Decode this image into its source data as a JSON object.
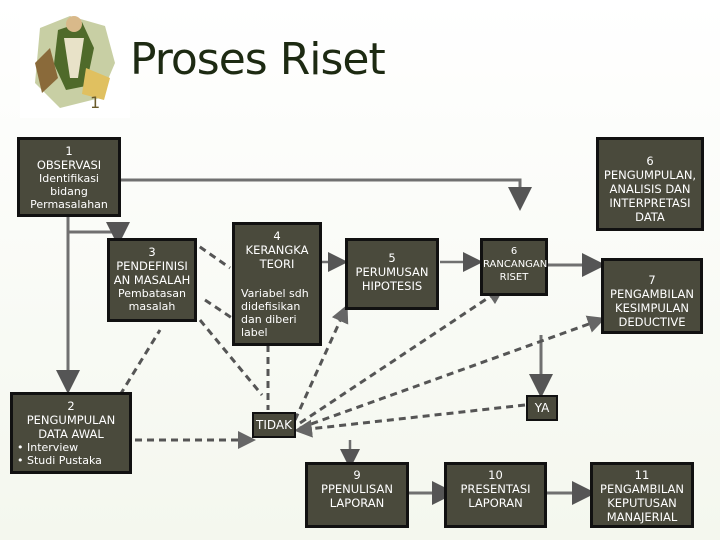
{
  "title": "Proses Riset",
  "boxes": {
    "b1": {
      "num": "1",
      "head": "OBSERVASI",
      "sub": "Identifikasi bidang Permasalahan"
    },
    "b2": {
      "num": "2",
      "head": "PENGUMPULAN DATA AWAL",
      "items": [
        "• Interview",
        "• Studi Pustaka"
      ]
    },
    "b3": {
      "num": "3",
      "head": "PENDEFINISI AN MASALAH",
      "sub": "Pembatasan masalah"
    },
    "b4": {
      "num": "4",
      "head": "KERANGKA TEORI",
      "sub": "Variabel sdh didefisikan dan diberi label"
    },
    "b5": {
      "num": "5",
      "head": "PERUMUSAN HIPOTESIS"
    },
    "b6a": {
      "num": "6",
      "head": "RANCANGAN RISET"
    },
    "b6b": {
      "num": "6",
      "head": "PENGUMPULAN, ANALISIS DAN INTERPRETASI DATA"
    },
    "b7": {
      "num": "7",
      "head": "PENGAMBILAN KESIMPULAN DEDUCTIVE"
    },
    "b9": {
      "num": "9",
      "head": "PPENULISAN LAPORAN"
    },
    "b10": {
      "num": "10",
      "head": "PRESENTASI LAPORAN"
    },
    "b11": {
      "num": "11",
      "head": "PENGAMBILAN KEPUTUSAN MANAJERIAL"
    }
  },
  "labels": {
    "ya": "YA",
    "tidak": "TIDAK"
  }
}
